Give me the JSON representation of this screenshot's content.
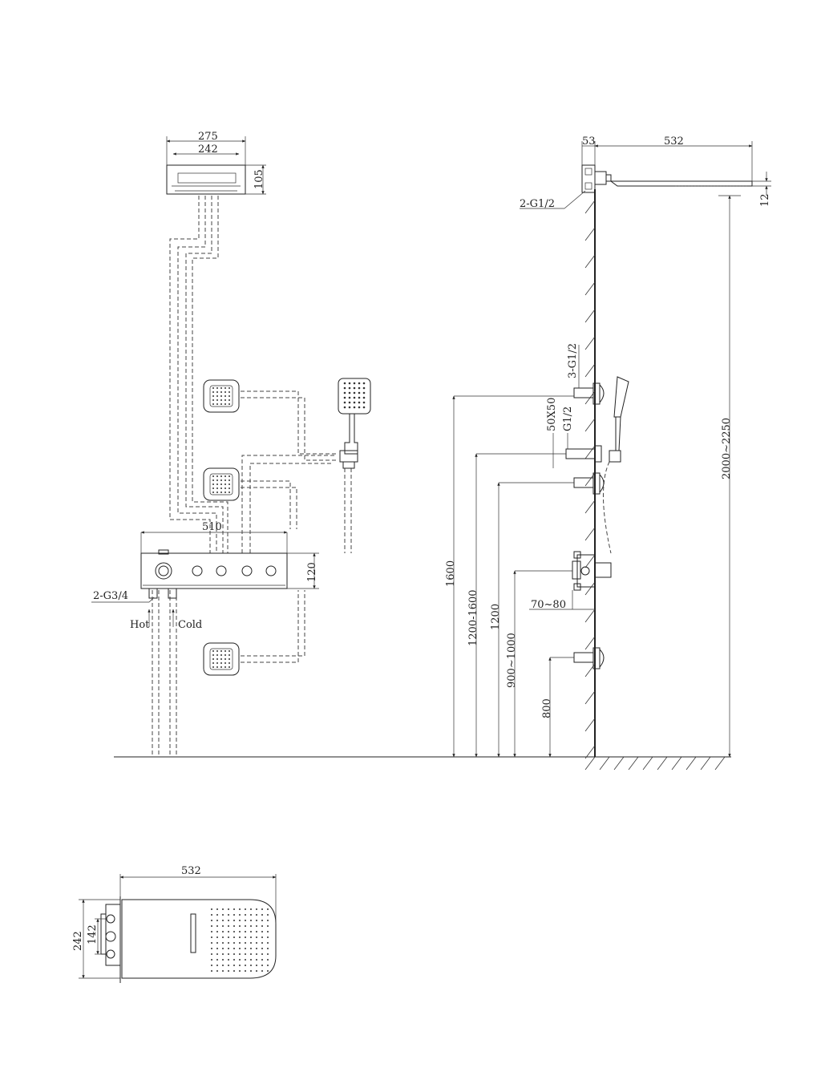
{
  "top_unit": {
    "width_outer": "275",
    "width_inner": "242",
    "height": "105"
  },
  "panel": {
    "width": "510",
    "height": "120",
    "inlet": "2-G3/4",
    "hot": "Hot",
    "cold": "Cold"
  },
  "side_view": {
    "wall_offset": "53",
    "arm_length": "532",
    "head_thickness": "12",
    "top_connection": "2-G1/2",
    "jet_connection": "3-G1/2",
    "hand_connection": "G1/2",
    "hand_bracket": "50X50",
    "mixer_depth": "70~80",
    "h_1600": "1600",
    "h_1200_1600": "1200-1600",
    "h_1200": "1200",
    "h_900_1000": "900~1000",
    "h_800": "800",
    "h_2000_2250": "2000~2250"
  },
  "plan_view": {
    "length": "532",
    "width": "242",
    "inner": "142"
  }
}
